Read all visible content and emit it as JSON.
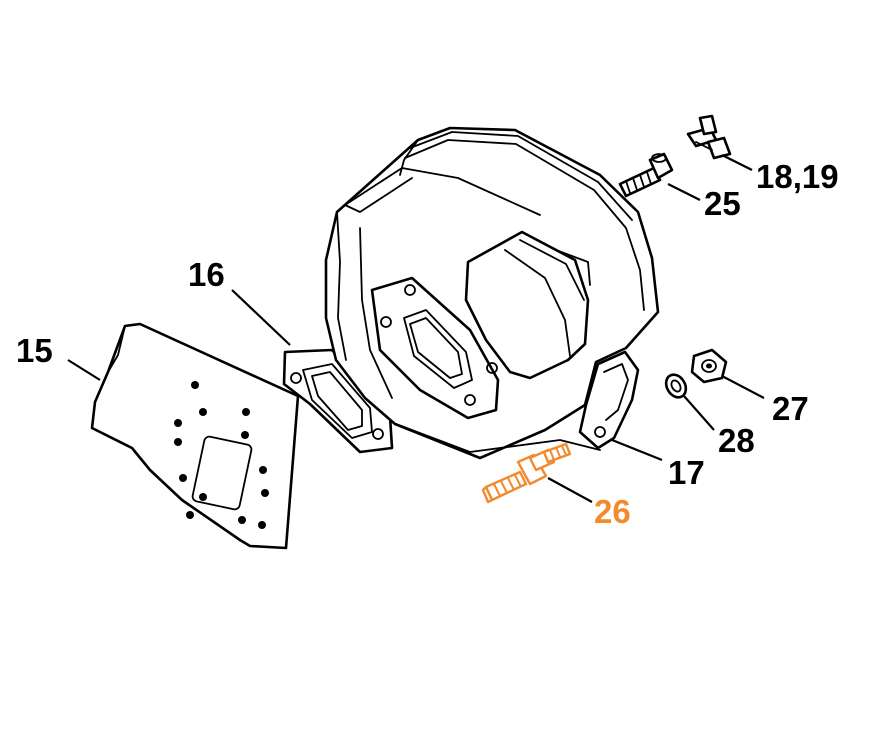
{
  "labels": {
    "l15": "15",
    "l16": "16",
    "l17": "17",
    "l1819": "18,19",
    "l25": "25",
    "l26": "26",
    "l27": "27",
    "l28": "28"
  },
  "colors": {
    "highlight": "#f28a2e",
    "line": "#000000",
    "background": "#ffffff"
  }
}
